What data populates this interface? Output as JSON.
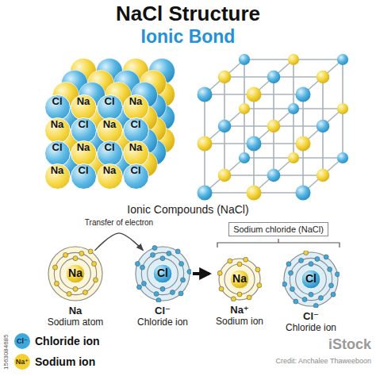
{
  "diagram": {
    "title": "NaCl Structure",
    "nodes": [
      {
        "text": [
          "Cl"
        ]
      },
      {
        "text": [
          "Na"
        ]
      },
      {
        "text": [
          "Cl"
        ]
      },
      {
        "text": [
          "Na"
        ]
      },
      {
        "text": [
          "Na"
        ]
      },
      {
        "text": [
          "Cl"
        ]
      },
      {
        "text": [
          "Na"
        ]
      },
      {
        "text": [
          "Cl"
        ]
      },
      {
        "text": [
          "Cl"
        ]
      },
      {
        "text": [
          "Na"
        ]
      },
      {
        "text": [
          "Cl"
        ]
      },
      {
        "text": [
          "Na"
        ]
      },
      {
        "text": [
          "Na"
        ]
      },
      {
        "text": [
          "Cl"
        ]
      },
      {
        "text": [
          "Na"
        ]
      },
      {
        "text": [
          "Cl"
        ]
      },
      {
        "text": [
          "Na",
          "Na",
          "Sodium atom"
        ]
      },
      {
        "text": [
          "Cl",
          "Cl⁻",
          "Chloride ion"
        ]
      },
      {
        "text": [
          "Sodium chloride (NaCl)"
        ]
      },
      {
        "text": [
          "Na",
          "Na⁺",
          "Sodium ion"
        ],
        "in": 18
      },
      {
        "text": [
          "Cl",
          "Cl⁻",
          "Chloride ion"
        ],
        "in": 18
      }
    ],
    "edges": [
      {
        "from": 16,
        "to": 17,
        "label": "Transfer of electron",
        "arrow": "to"
      },
      {
        "from": 17,
        "to": 18,
        "arrow": "to"
      }
    ],
    "labels": [
      "Ionic Bond",
      "Ionic Compounds (NaCl)",
      "Cl⁻",
      "Na⁺",
      "iStock",
      "Credit: Anchalee Thaweeboon",
      "1563084685"
    ],
    "legend": [
      {
        "text": "Chloride ion",
        "color": "#3ea8dc"
      },
      {
        "text": "Sodium ion",
        "color": "#f3cf2f"
      }
    ]
  }
}
